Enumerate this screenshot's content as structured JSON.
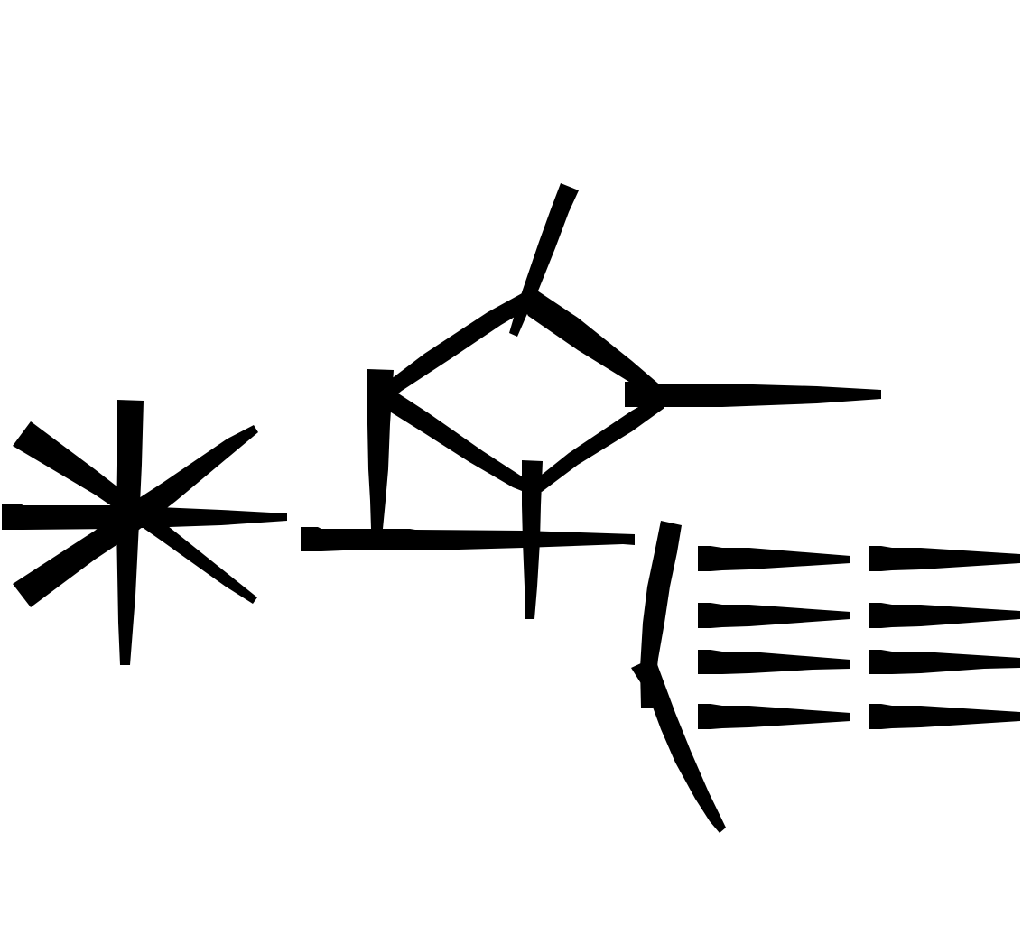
{
  "drawing": {
    "ink_color": "#000000",
    "background_color": "#ffffff",
    "glyphs": [
      {
        "name": "asterisk-glyph"
      },
      {
        "name": "diamond-cross-glyph"
      },
      {
        "name": "bracket-glyph"
      },
      {
        "name": "bars-glyph"
      }
    ]
  }
}
